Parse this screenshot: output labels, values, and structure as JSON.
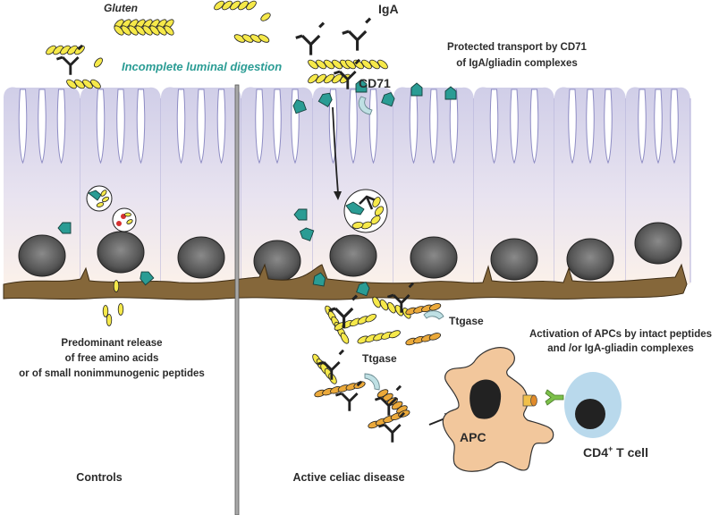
{
  "figure": {
    "panels": [
      {
        "id": "controls",
        "label": "Controls"
      },
      {
        "id": "celiac",
        "label": "Active celiac disease"
      }
    ],
    "labels": {
      "gluten": "Gluten",
      "iga": "IgA",
      "incomplete_digestion": "Incomplete  luminal digestion",
      "cd71": "CD71",
      "protected_transport": [
        "Protected transport by CD71",
        "of IgA/gliadin complexes"
      ],
      "controls_release": [
        "Predominant release",
        "of free amino acids",
        "or of small nonimmunogenic peptides"
      ],
      "ttgase_1": "Ttgase",
      "ttgase_2": "Ttgase",
      "apc_activation": [
        "Activation of APCs by  intact peptides",
        "and /or IgA-gliadin complexes"
      ],
      "apc": "APC",
      "t_cell": "CD4",
      "t_cell_sup": "+",
      "t_cell_suffix": " T cell"
    },
    "colors": {
      "microvilli": "#d4d2ea",
      "cytoplasm_bottom": "#fbf1ea",
      "basement_membrane": "#85673a",
      "nucleus": "#5a5a5a",
      "gluten": "#f6e94a",
      "deamidated_gluten": "#eba93a",
      "teal_peptide": "#2a9c94",
      "enzyme": "#bfe0e4",
      "digestion_text": "#2a9c94",
      "apc": "#f2c79c",
      "t_cell": "#b9d9ec",
      "tcr": "#7cc04a",
      "divider": "#9a9a9a"
    },
    "cell_count": 9
  }
}
